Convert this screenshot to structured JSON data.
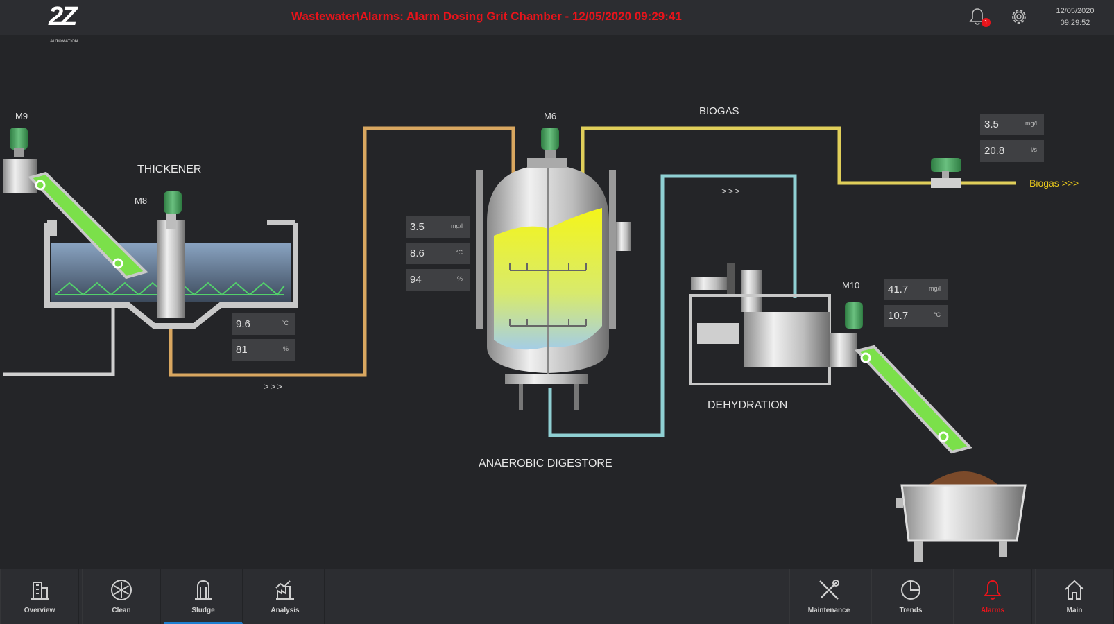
{
  "header": {
    "logo_text": "2Z",
    "logo_subtext": "AUTOMATION",
    "alarm_message": "Wastewater\\Alarms: Alarm Dosing Grit Chamber - 12/05/2020 09:29:41",
    "notification_count": "1",
    "date": "12/05/2020",
    "time": "09:29:52"
  },
  "process": {
    "thickener_label": "THICKENER",
    "digester_label": "ANAEROBIC DIGESTORE",
    "dehydration_label": "DEHYDRATION",
    "biogas_label": "BIOGAS",
    "biogas_outlet": "Biogas >>>",
    "flow_arrows_1": ">>>",
    "flow_arrows_2": ">>>",
    "motors": {
      "m9": "M9",
      "m8": "M8",
      "m6": "M6",
      "m10": "M10"
    }
  },
  "readouts": {
    "thickener": [
      {
        "value": "9.6",
        "unit": "°C"
      },
      {
        "value": "81",
        "unit": "%"
      }
    ],
    "digester": [
      {
        "value": "3.5",
        "unit": "mg/l"
      },
      {
        "value": "8.6",
        "unit": "°C"
      },
      {
        "value": "94",
        "unit": "%"
      }
    ],
    "biogas": [
      {
        "value": "3.5",
        "unit": "mg/l"
      },
      {
        "value": "20.8",
        "unit": "l/s"
      }
    ],
    "dehydration": [
      {
        "value": "41.7",
        "unit": "mg/l"
      },
      {
        "value": "10.7",
        "unit": "°C"
      }
    ]
  },
  "nav": {
    "overview": "Overview",
    "clean": "Clean",
    "sludge": "Sludge",
    "analysis": "Analysis",
    "maintenance": "Maintenance",
    "trends": "Trends",
    "alarms": "Alarms",
    "main": "Main"
  },
  "colors": {
    "alarm": "#e8141b",
    "pipe_orange": "#d9a760",
    "pipe_yellow": "#e0cf5a",
    "pipe_cyan": "#8fd0d3",
    "conveyor": "#7be04a",
    "motor": "#3e9d55"
  }
}
